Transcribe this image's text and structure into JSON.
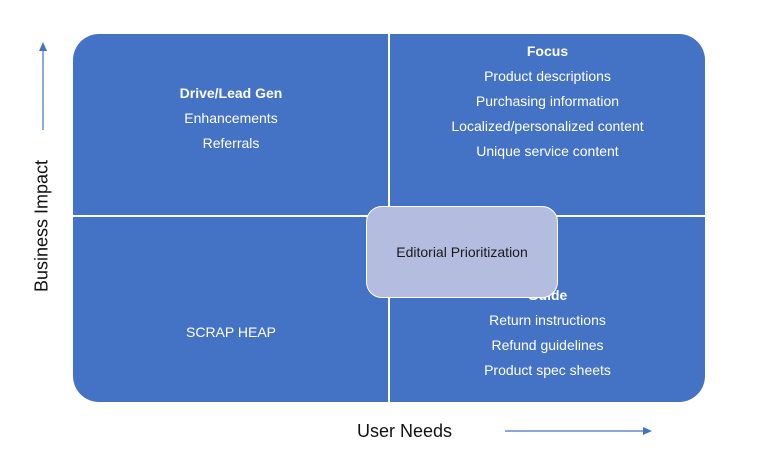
{
  "diagram": {
    "type": "2x2 matrix",
    "accent_color": "#4472c4",
    "center_color": "#b4bddf",
    "y_axis_label": "Business Impact",
    "x_axis_label": "User Needs",
    "center_label": "Editorial Prioritization",
    "quadrants": {
      "top_left": {
        "title": "Drive/Lead Gen",
        "items": [
          "Enhancements",
          "Referrals"
        ]
      },
      "top_right": {
        "title": "Focus",
        "items": [
          "Product descriptions",
          "Purchasing information",
          "Localized/personalized content",
          "Unique service content"
        ]
      },
      "bottom_left": {
        "title": "SCRAP HEAP",
        "items": []
      },
      "bottom_right": {
        "title": "Guide",
        "items": [
          "Return instructions",
          "Refund guidelines",
          "Product spec sheets"
        ]
      }
    }
  }
}
